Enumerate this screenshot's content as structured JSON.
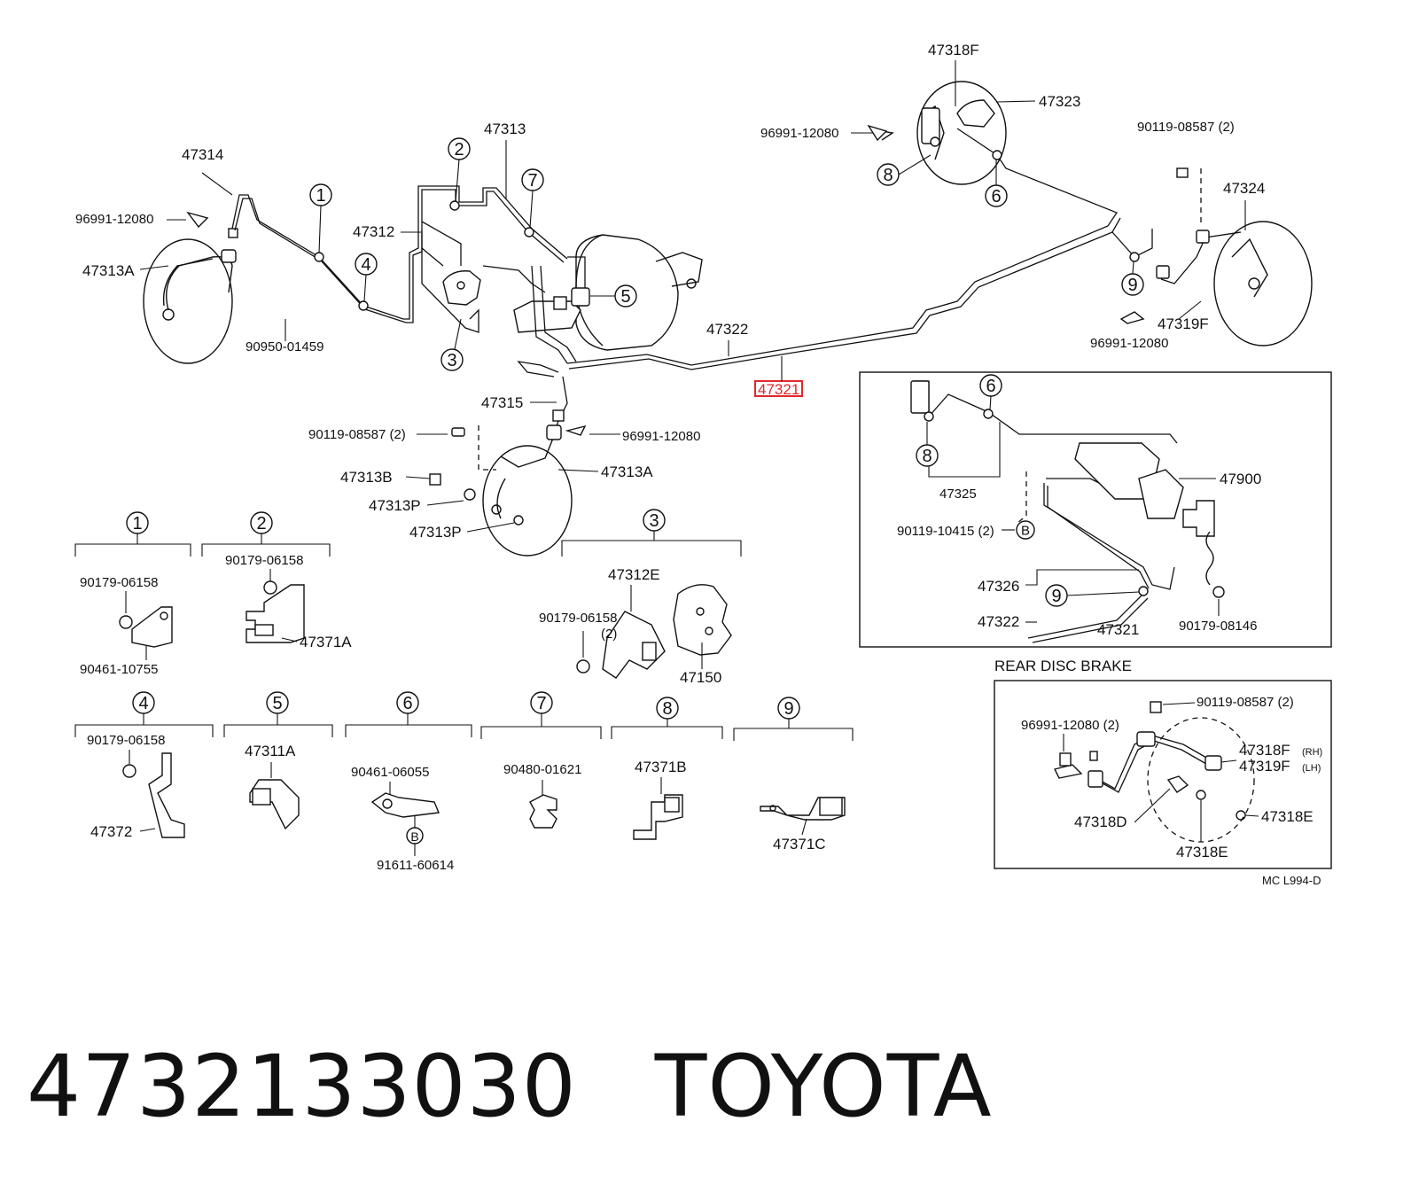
{
  "diagram": {
    "highlighted_part": "47321",
    "code": "MC L994-D",
    "rear_disc_brake_title": "REAR DISC BRAKE",
    "callouts": [
      "1",
      "2",
      "3",
      "4",
      "5",
      "6",
      "7",
      "8",
      "9",
      "B"
    ],
    "labels": {
      "p47314": "47314",
      "p96991_a": "96991-12080",
      "p47313A_a": "47313A",
      "p90950": "90950-01459",
      "p47312": "47312",
      "p47313": "47313",
      "p47322": "47322",
      "p47315": "47315",
      "p90119_a": "90119-08587 (2)",
      "p96991_b": "96991-12080",
      "p47313B": "47313B",
      "p47313A_b": "47313A",
      "p47313P_a": "47313P",
      "p47313P_b": "47313P",
      "p47318F": "47318F",
      "p47323": "47323",
      "p96991_c": "96991-12080",
      "p90119_b": "90119-08587 (2)",
      "p47324": "47324",
      "p47319F": "47319F",
      "p96991_d": "96991-12080",
      "p47325": "47325",
      "p47900": "47900",
      "p90119_c": "90119-10415 (2)",
      "p47326": "47326",
      "p47322_b": "47322",
      "p47321_b": "47321",
      "p90179_a": "90179-08146",
      "d1_a": "90179-06158",
      "d1_b": "90461-10755",
      "d2_a": "90179-06158",
      "d2_b": "47371A",
      "d3_a": "47312E",
      "d3_b": "90179-06158",
      "d3_c": "(2)",
      "d3_d": "47150",
      "d4_a": "90179-06158",
      "d4_b": "47372",
      "d5_a": "47311A",
      "d6_a": "90461-06055",
      "d6_b": "91611-60614",
      "d7_a": "90480-01621",
      "d8_a": "47371B",
      "d9_a": "47371C",
      "r_a": "90119-08587 (2)",
      "r_b": "96991-12080 (2)",
      "r_c": "47318F",
      "r_c2": "(RH)",
      "r_d": "47319F",
      "r_d2": "(LH)",
      "r_e": "47318D",
      "r_f": "47318E",
      "r_g": "47318E"
    }
  },
  "footer": {
    "part_number": "4732133030",
    "brand": "TOYOTA"
  }
}
